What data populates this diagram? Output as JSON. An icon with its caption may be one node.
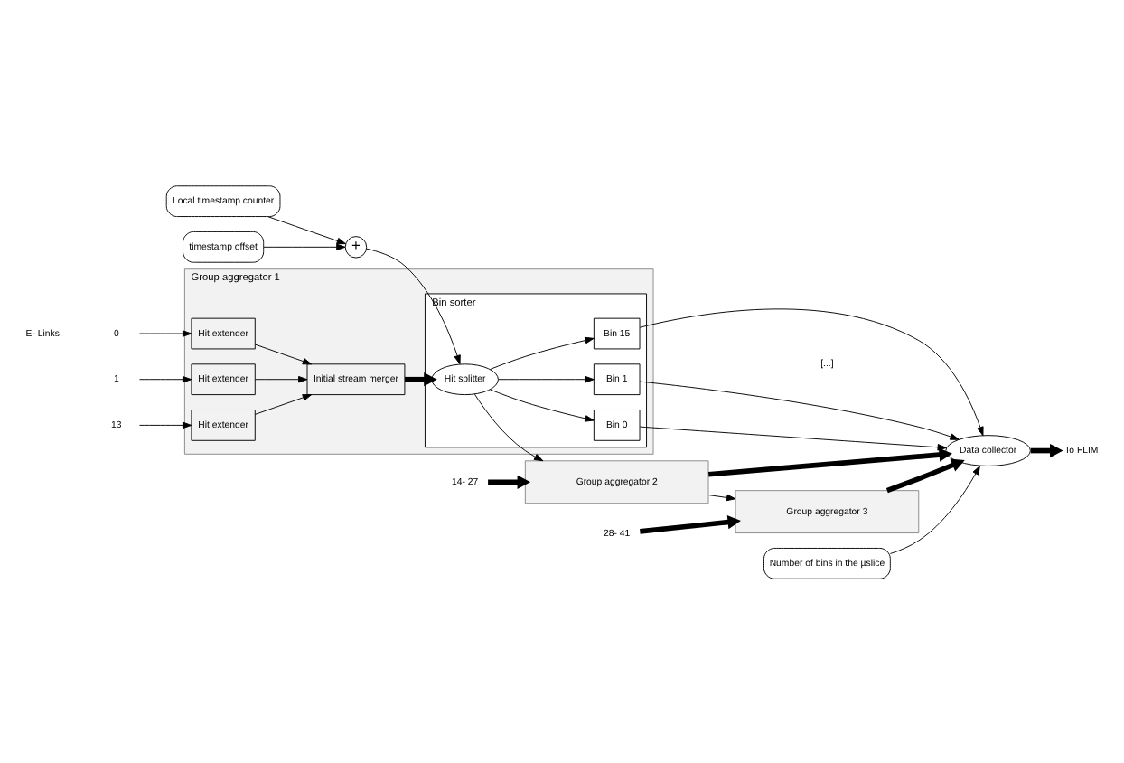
{
  "diagram": {
    "nodes": [
      {
        "text": [
          "Local timestamp counter"
        ]
      },
      {
        "text": [
          "timestamp offset"
        ]
      },
      {
        "text": [
          "+"
        ]
      },
      {
        "text": [
          "Number of bins in the µslice"
        ]
      },
      {
        "text": [
          "Group aggregator 1"
        ]
      },
      {
        "text": [
          "0"
        ]
      },
      {
        "text": [
          "Hit extender"
        ],
        "in": 4
      },
      {
        "text": [
          "1"
        ]
      },
      {
        "text": [
          "Hit extender"
        ],
        "in": 4
      },
      {
        "text": [
          "13"
        ]
      },
      {
        "text": [
          "Hit extender"
        ],
        "in": 4
      },
      {
        "text": [
          "Initial stream merger"
        ],
        "in": 4
      },
      {
        "text": [
          "Bin sorter"
        ],
        "in": 4
      },
      {
        "text": [
          "Hit splitter"
        ],
        "in": 12
      },
      {
        "text": [
          "Bin 0"
        ],
        "in": 12
      },
      {
        "text": [
          "Bin 1"
        ],
        "in": 12
      },
      {
        "text": [
          "Bin 15"
        ],
        "in": 12
      },
      {
        "text": [
          "Data collector"
        ]
      },
      {
        "text": [
          "To FLIM"
        ]
      },
      {
        "text": [
          "14- 27"
        ]
      },
      {
        "text": [
          "Group aggregator 2"
        ]
      },
      {
        "text": [
          "28- 41"
        ]
      },
      {
        "text": [
          "Group aggregator 3"
        ]
      }
    ],
    "edges": [
      {
        "from": 0,
        "to": 2,
        "arrow": "to"
      },
      {
        "from": 1,
        "to": 2,
        "arrow": "to"
      },
      {
        "from": 2,
        "to": 13,
        "arrow": "to"
      },
      {
        "from": 5,
        "to": 6,
        "arrow": "to"
      },
      {
        "from": 7,
        "to": 8,
        "arrow": "to"
      },
      {
        "from": 9,
        "to": 10,
        "arrow": "to"
      },
      {
        "from": 6,
        "to": 11,
        "arrow": "to"
      },
      {
        "from": 8,
        "to": 11,
        "arrow": "to"
      },
      {
        "from": 10,
        "to": 11,
        "arrow": "to"
      },
      {
        "from": 11,
        "to": 13,
        "arrow": "to",
        "style": "thick"
      },
      {
        "from": 13,
        "to": 14,
        "arrow": "to"
      },
      {
        "from": 13,
        "to": 15,
        "arrow": "to"
      },
      {
        "from": 13,
        "to": 16,
        "arrow": "to"
      },
      {
        "from": 14,
        "to": 17,
        "arrow": "to"
      },
      {
        "from": 15,
        "to": 17,
        "arrow": "to"
      },
      {
        "from": 16,
        "to": 17,
        "arrow": "to"
      },
      {
        "from": 3,
        "to": 17,
        "arrow": "to"
      },
      {
        "from": 17,
        "to": 18,
        "arrow": "to",
        "style": "thick"
      },
      {
        "from": 13,
        "to": 20,
        "arrow": "to"
      },
      {
        "from": 20,
        "to": 22,
        "arrow": "to"
      },
      {
        "from": 19,
        "to": 20,
        "arrow": "to",
        "style": "thick"
      },
      {
        "from": 21,
        "to": 22,
        "arrow": "to",
        "style": "thick"
      },
      {
        "from": 20,
        "to": 17,
        "arrow": "to",
        "style": "thick"
      },
      {
        "from": 22,
        "to": 17,
        "arrow": "to",
        "style": "thick"
      }
    ],
    "labels": [
      "E- Links",
      "[...]"
    ]
  }
}
